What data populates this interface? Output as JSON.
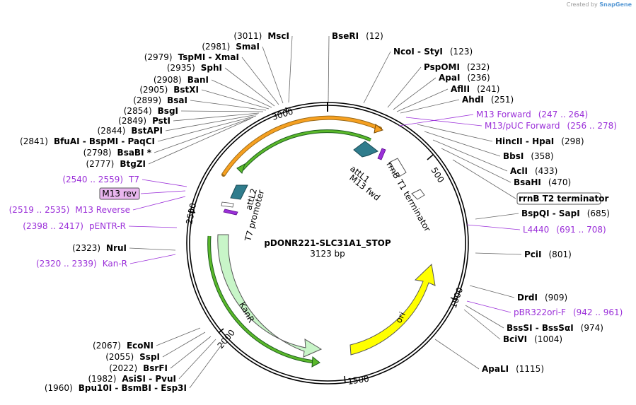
{
  "credit": {
    "prefix": "Created by",
    "brand": "SnapGene"
  },
  "plasmid": {
    "name": "pDONR221-SLC31A1_STOP",
    "size_label": "3123 bp",
    "length": 3123
  },
  "ticks": [
    "500",
    "1000",
    "1500",
    "2000",
    "2500",
    "3000"
  ],
  "sites_right": [
    {
      "name": "BseRI",
      "pos": "(12)"
    },
    {
      "name": "NcoI  -  StyI",
      "pos": "(123)"
    },
    {
      "name": "PspOMI",
      "pos": "(232)"
    },
    {
      "name": "ApaI",
      "pos": "(236)"
    },
    {
      "name": "AflII",
      "pos": "(241)"
    },
    {
      "name": "AhdI",
      "pos": "(251)"
    },
    {
      "name": "M13 Forward",
      "pos": "(247 .. 264)",
      "feature": true
    },
    {
      "name": "M13/pUC Forward",
      "pos": "(256 .. 278)",
      "feature": true
    },
    {
      "name": "HincII  -  HpaI",
      "pos": "(298)"
    },
    {
      "name": "BbsI",
      "pos": "(358)"
    },
    {
      "name": "AclI",
      "pos": "(433)"
    },
    {
      "name": "BsaHI",
      "pos": "(470)"
    },
    {
      "name": "rrnB T2 terminator",
      "pos": "",
      "boxed": true
    },
    {
      "name": "BspQI  -  SapI",
      "pos": "(685)"
    },
    {
      "name": "L4440",
      "pos": "(691 .. 708)",
      "feature": true
    },
    {
      "name": "PciI",
      "pos": "(801)"
    },
    {
      "name": "DrdI",
      "pos": "(909)"
    },
    {
      "name": "pBR322ori-F",
      "pos": "(942 .. 961)",
      "feature": true
    },
    {
      "name": "BssSI  -  BssSαI",
      "pos": "(974)"
    },
    {
      "name": "BciVI",
      "pos": "(1004)"
    },
    {
      "name": "ApaLI",
      "pos": "(1115)"
    }
  ],
  "sites_left": [
    {
      "name": "MscI",
      "pos": "(3011)"
    },
    {
      "name": "SmaI",
      "pos": "(2981)"
    },
    {
      "name": "TspMI  -  XmaI",
      "pos": "(2979)"
    },
    {
      "name": "SphI",
      "pos": "(2935)"
    },
    {
      "name": "BanI",
      "pos": "(2908)"
    },
    {
      "name": "BstXI",
      "pos": "(2905)"
    },
    {
      "name": "BsaI",
      "pos": "(2899)"
    },
    {
      "name": "BsgI",
      "pos": "(2854)"
    },
    {
      "name": "PstI",
      "pos": "(2849)"
    },
    {
      "name": "BstAPI",
      "pos": "(2844)"
    },
    {
      "name": "BfuAI  -  BspMI  -  PaqCI",
      "pos": "(2841)"
    },
    {
      "name": "BsaBI *",
      "pos": "(2798)"
    },
    {
      "name": "BtgZI",
      "pos": "(2777)"
    },
    {
      "name": "T7",
      "pos": "(2540 .. 2559)",
      "feature": true
    },
    {
      "name": "M13 rev",
      "pos": "",
      "feature": true,
      "boxed": true
    },
    {
      "name": "M13 Reverse",
      "pos": "(2519 .. 2535)",
      "feature": true
    },
    {
      "name": "pENTR-R",
      "pos": "(2398 .. 2417)",
      "feature": true
    },
    {
      "name": "NruI",
      "pos": "(2323)"
    },
    {
      "name": "Kan-R",
      "pos": "(2320 .. 2339)",
      "feature": true
    },
    {
      "name": "EcoNI",
      "pos": "(2067)"
    },
    {
      "name": "SspI",
      "pos": "(2055)"
    },
    {
      "name": "BsrFI",
      "pos": "(2022)"
    },
    {
      "name": "AsiSI  -  PvuI",
      "pos": "(1982)"
    },
    {
      "name": "Bpu10I  -  BsmBI  -  Esp3I",
      "pos": "(1960)"
    }
  ],
  "features": [
    {
      "name": "attL1"
    },
    {
      "name": "M13 fwd"
    },
    {
      "name": "rrnB T1 terminator"
    },
    {
      "name": "ori"
    },
    {
      "name": "KanR"
    },
    {
      "name": "T7 promoter"
    },
    {
      "name": "attL2"
    }
  ],
  "colors": {
    "feature_text": "#9b30d9",
    "ori": "#ffff00",
    "kanr": "#c8f5c8",
    "attl": "#2f7c8c",
    "orange_arc": "#f6a020",
    "green_arc": "#5ab82a"
  }
}
